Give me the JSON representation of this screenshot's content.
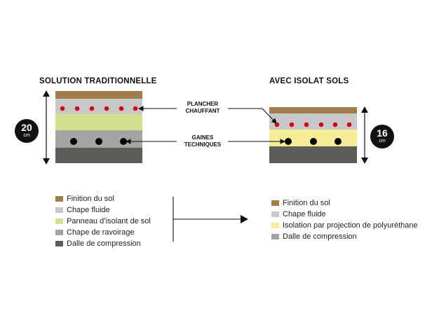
{
  "left": {
    "title": "SOLUTION TRADITIONNELLE",
    "dimension": {
      "value": "20",
      "unit": "cm"
    },
    "legend": [
      {
        "label": "Finition du sol",
        "color": "#a07d4b"
      },
      {
        "label": "Chape fluide",
        "color": "#c8c8c8"
      },
      {
        "label": "Panneau d’isolant de sol",
        "color": "#d2e18f"
      },
      {
        "label": "Chape de ravoirage",
        "color": "#a4a4a4"
      },
      {
        "label": "Dalle de compression",
        "color": "#5d5d57"
      }
    ]
  },
  "right": {
    "title": "AVEC ISOLAT SOLS",
    "dimension": {
      "value": "16",
      "unit": "cm"
    },
    "legend": [
      {
        "label": "Finition du sol",
        "color": "#a07d4b"
      },
      {
        "label": "Chape fluide",
        "color": "#c8c8c8"
      },
      {
        "label": "Isolation par projection de polyuréthane",
        "color": "#f7ec98"
      },
      {
        "label": "Dalle de compression",
        "color": "#a4a4a4"
      }
    ]
  },
  "callouts": {
    "heating": {
      "line1": "PLANCHER",
      "line2": "CHAUFFANT"
    },
    "ducts": {
      "line1": "GAINES",
      "line2": "TECHNIQUES"
    }
  },
  "colors": {
    "heating_dot": "#d6001c",
    "duct_dot": "#000000",
    "right_bottom_layer": "#5d5d57"
  }
}
